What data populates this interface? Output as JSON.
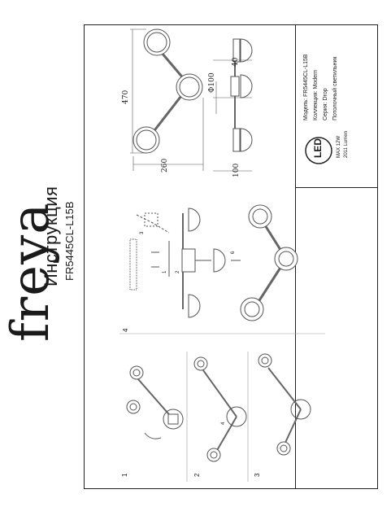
{
  "brand": "freya",
  "header": {
    "title": "Инструкция",
    "model": "FR5445CL-L15B"
  },
  "steps": [
    "1",
    "2",
    "3",
    "4"
  ],
  "dimensions": {
    "length": "470",
    "width": "260",
    "diameter": "Φ100",
    "depth": "40",
    "height": "100"
  },
  "callouts": {
    "c1": "1",
    "c2": "2",
    "c3": "3",
    "c4": "4",
    "c6": "6"
  },
  "info": {
    "model_label": "Модель:",
    "model_value": "FR5445CL-L15B",
    "collection_label": "Коллекция:",
    "collection_value": "Modern",
    "series_label": "Серия:",
    "series_value": "Drop",
    "type_value": "Потолочный светильник"
  },
  "led": {
    "logo": "LED",
    "power": "MAX 12W",
    "flux": "2011 Lumen"
  }
}
